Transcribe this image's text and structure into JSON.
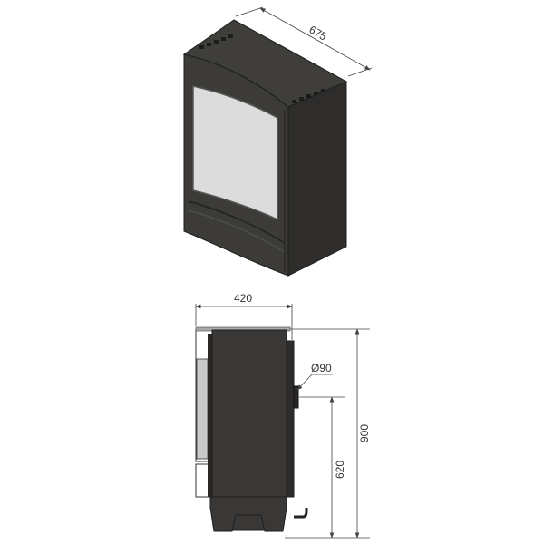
{
  "drawing": {
    "iso_view": {
      "depth_label": "675"
    },
    "side_view": {
      "width_label": "420",
      "height_label": "900",
      "flue_height_label": "620",
      "flue_diameter_label": "Ø90"
    }
  },
  "colors": {
    "body": "#3b3936",
    "body_dark": "#2e2c2a",
    "top": "#3f3d3a",
    "glass": "#dcdcdc",
    "dim_line": "#444444"
  }
}
